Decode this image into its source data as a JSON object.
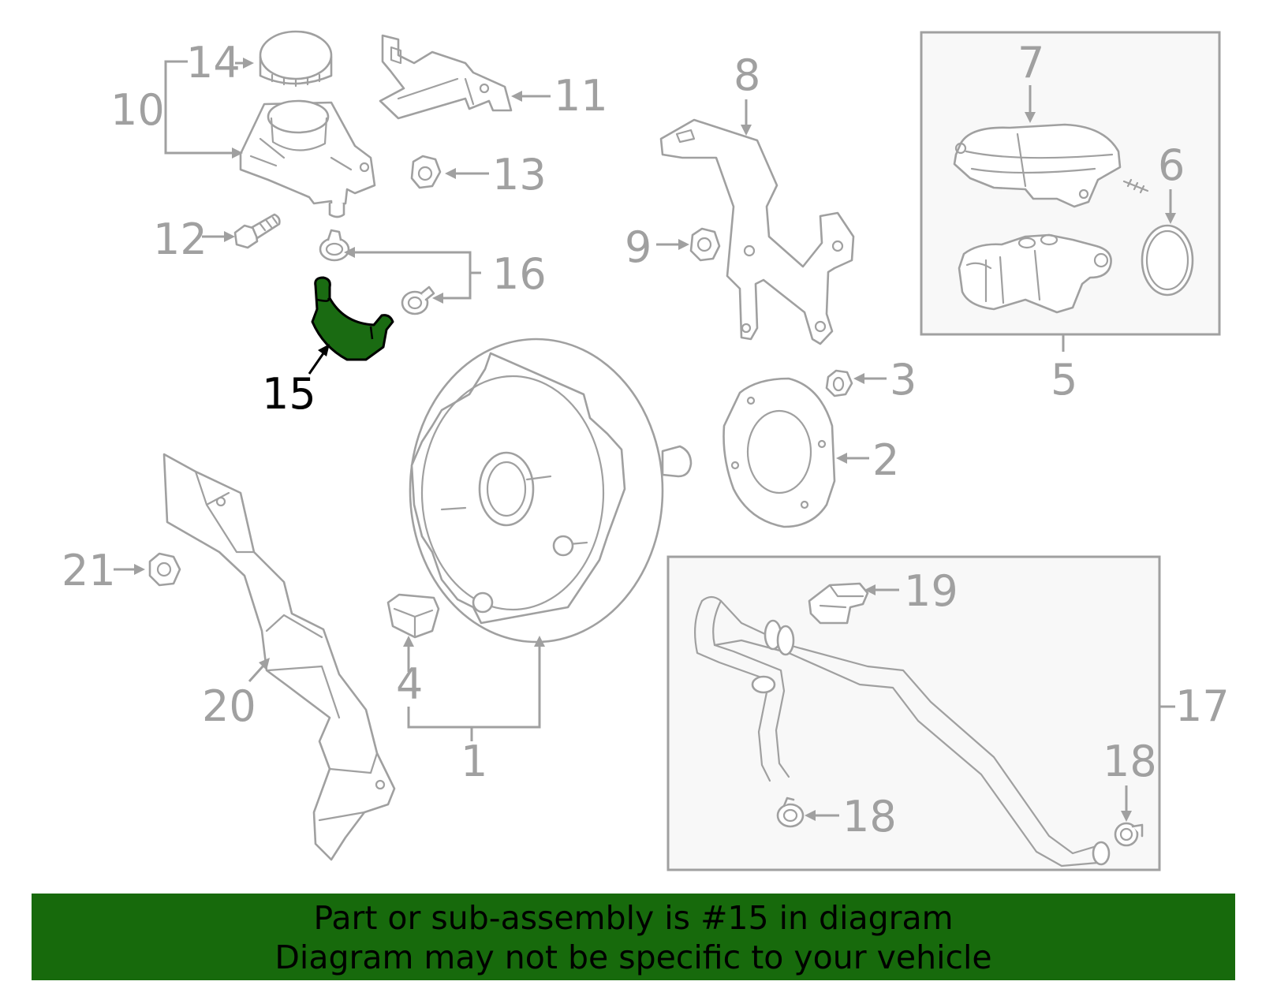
{
  "banner": {
    "line1": "Part or sub-assembly is #15 in diagram",
    "line2": "Diagram may not be specific to your vehicle",
    "background_color": "#176a0c"
  },
  "highlight": {
    "part": "15",
    "color": "#1a6b12"
  },
  "callouts": {
    "c1": "1",
    "c2": "2",
    "c3": "3",
    "c4": "4",
    "c5": "5",
    "c6": "6",
    "c7": "7",
    "c8": "8",
    "c9": "9",
    "c10": "10",
    "c11": "11",
    "c12": "12",
    "c13": "13",
    "c14": "14",
    "c15": "15",
    "c16": "16",
    "c17": "17",
    "c18a": "18",
    "c18b": "18",
    "c19": "19",
    "c20": "20",
    "c21": "21"
  }
}
